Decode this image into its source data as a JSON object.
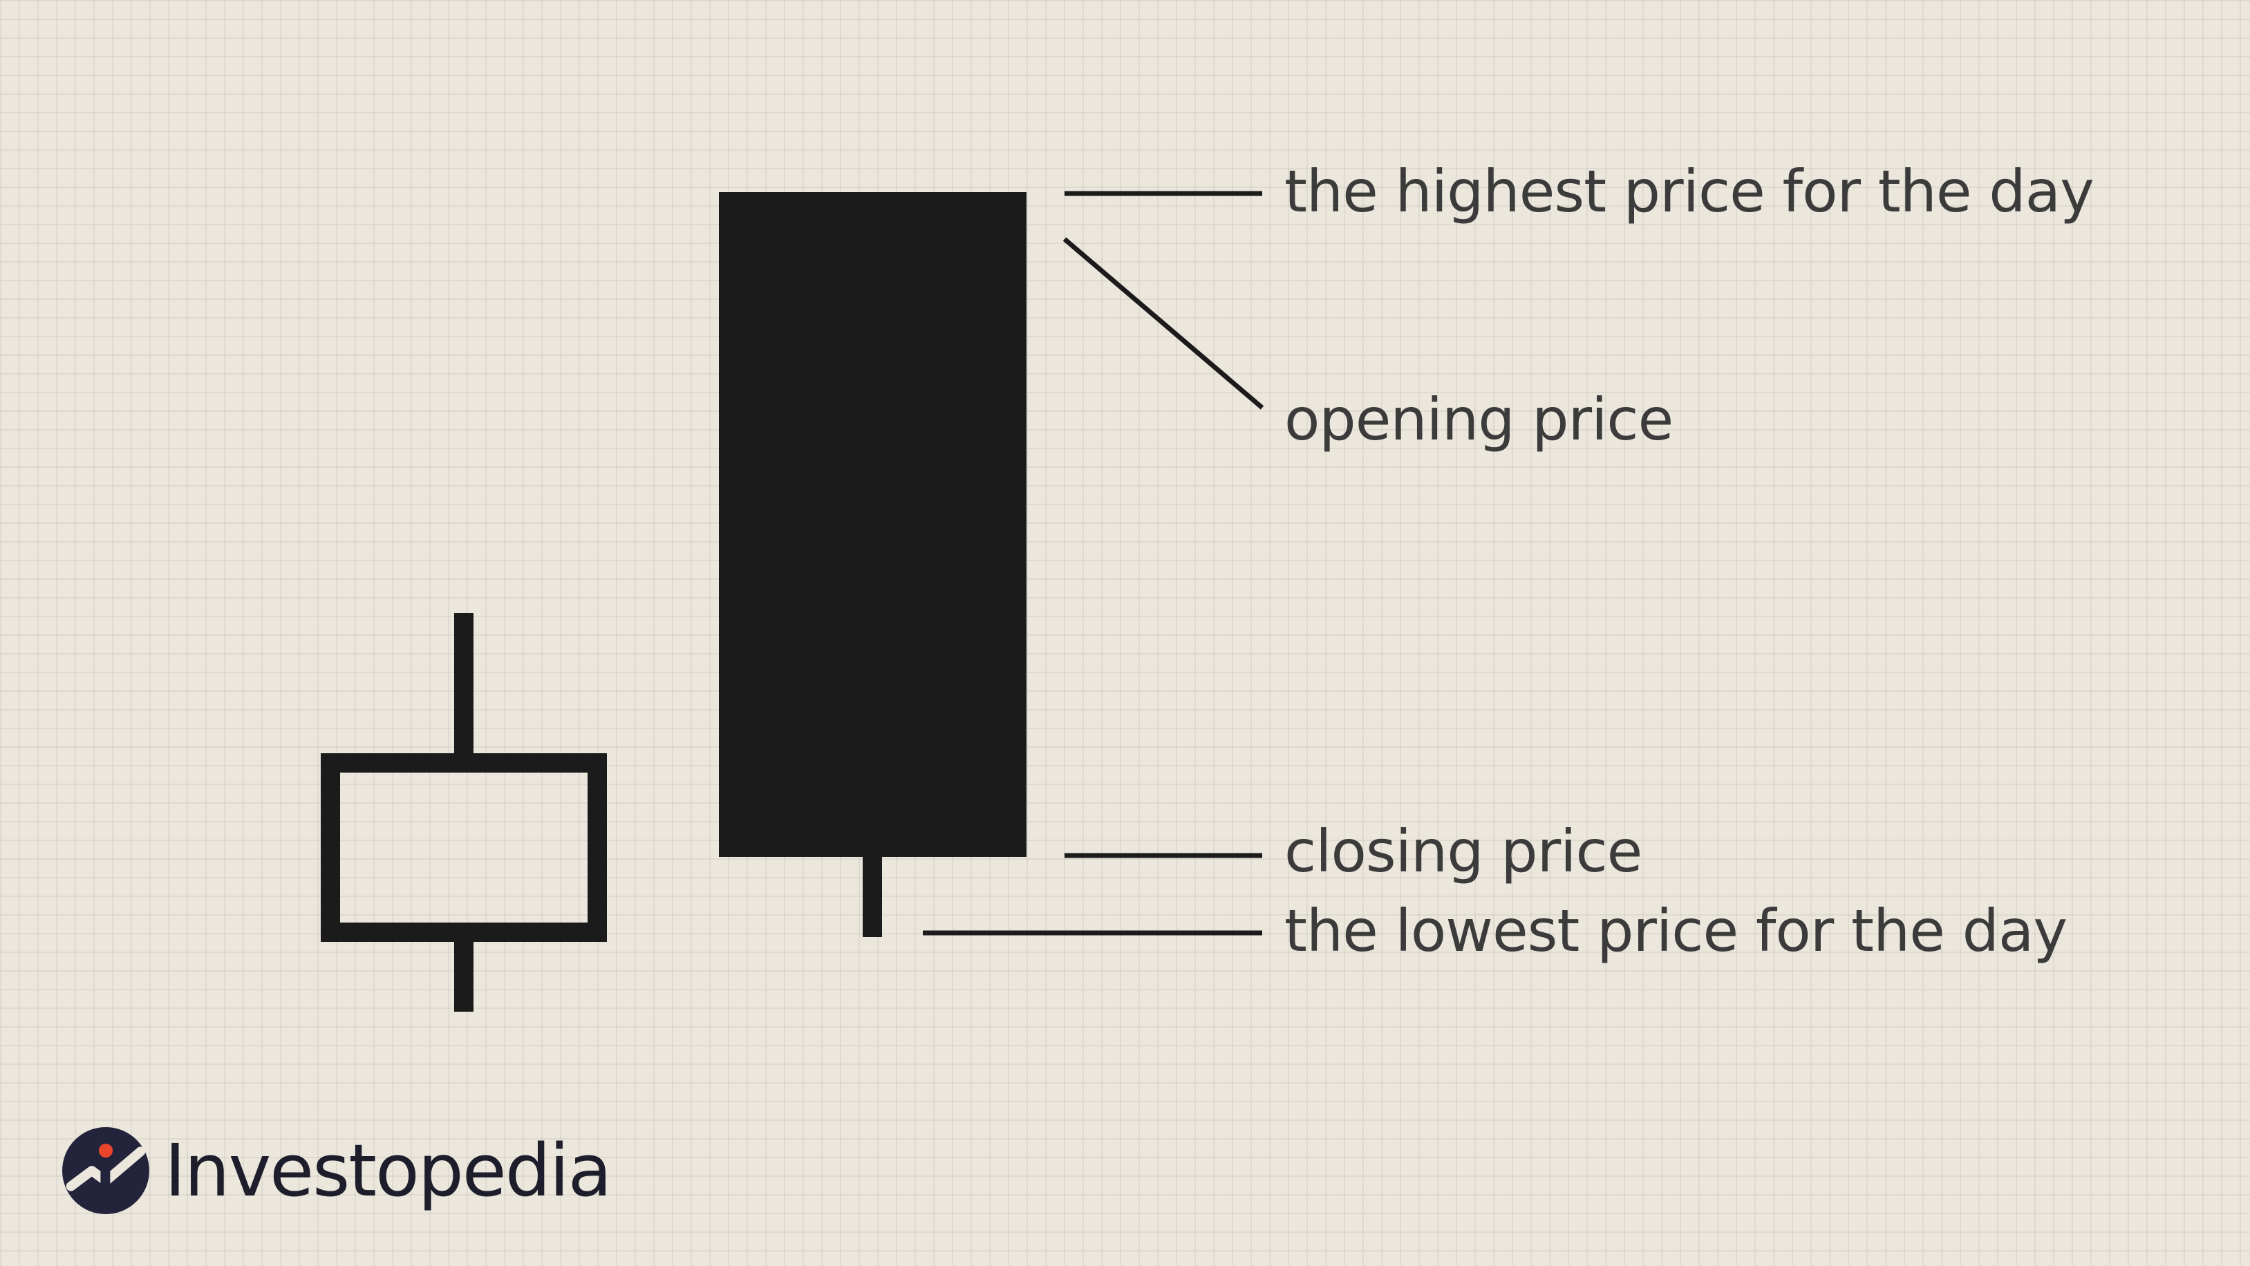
{
  "diagram": {
    "labels": {
      "high": "the highest price for the day",
      "open": "opening price",
      "close": "closing price",
      "low": "the lowest price for the day"
    },
    "candles": [
      {
        "kind": "bullish",
        "fill": "hollow"
      },
      {
        "kind": "bearish",
        "fill": "solid"
      }
    ],
    "colors": {
      "ink": "#1b1b1b",
      "text": "#3b3b3b",
      "background": "#ebe7dd"
    }
  },
  "brand": {
    "name": "Investopedia",
    "mark_icon": "investopedia-i-logo-icon",
    "colors": {
      "navy": "#23233b",
      "accent": "#e8452c"
    }
  }
}
